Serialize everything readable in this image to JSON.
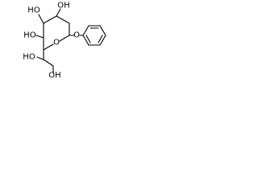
{
  "diagram": {
    "type": "chemical-structure",
    "labels": {
      "ho_top_left": "HO",
      "oh_top_right": "OH",
      "ho_mid_left": "HO",
      "ring_oxygen": "O",
      "ether_oxygen": "O",
      "ho_lower_left": "HO",
      "oh_bottom": "OH"
    }
  }
}
